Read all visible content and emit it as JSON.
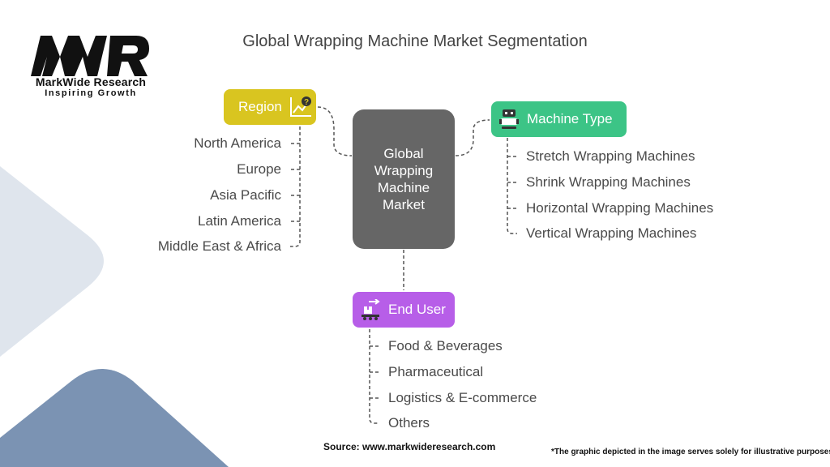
{
  "brand": {
    "name": "MarkWide Research",
    "tagline": "Inspiring Growth"
  },
  "title": "Global Wrapping Machine Market Segmentation",
  "center_node": {
    "lines": [
      "Global",
      "Wrapping",
      "Machine",
      "Market"
    ]
  },
  "categories": {
    "region": {
      "label": "Region",
      "icon": "chart-question-icon",
      "color": "#d9c520",
      "items": [
        "North America",
        "Europe",
        "Asia Pacific",
        "Latin America",
        "Middle East & Africa"
      ]
    },
    "machine_type": {
      "label": "Machine Type",
      "icon": "robot-icon",
      "color": "#3cc486",
      "items": [
        "Stretch Wrapping Machines",
        "Shrink Wrapping Machines",
        "Horizontal Wrapping Machines",
        "Vertical Wrapping Machines"
      ]
    },
    "end_user": {
      "label": "End User",
      "icon": "conveyor-box-icon",
      "color": "#b75ee8",
      "items": [
        "Food & Beverages",
        "Pharmaceutical",
        "Logistics & E-commerce",
        "Others"
      ]
    }
  },
  "footer": {
    "source": "Source: www.markwideresearch.com",
    "disclaimer": "*The graphic depicted in the image serves solely for illustrative purposes"
  }
}
